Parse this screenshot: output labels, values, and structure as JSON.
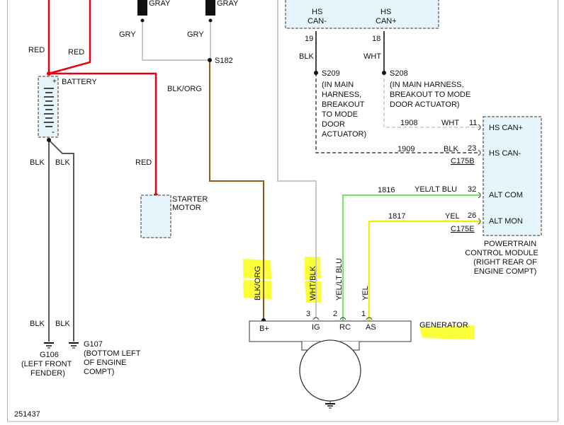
{
  "colors": {
    "red": "#e8000e",
    "gray": "#c8c8c8",
    "black": "#444444",
    "orange": "#8a5a1e",
    "green": "#7de06e",
    "yellow": "#f2ee00",
    "highlight": "#fbff3a",
    "module_fill": "#e6f4fb"
  },
  "top_fuses": {
    "left_label": "GRAY",
    "right_label": "GRAY"
  },
  "wires": {
    "red_left": "RED",
    "red_right": "RED",
    "red_starter": "RED",
    "gry_left": "GRY",
    "gry_right": "GRY",
    "blk_org": "BLK/ORG",
    "blk_ground_left": "BLK",
    "blk_ground_right": "BLK",
    "blk_lower_left": "BLK",
    "blk_lower_right": "BLK",
    "blk_can_minus": "BLK",
    "wht_can_plus": "WHT",
    "wht_pcm": "WHT",
    "blk_pcm": "BLK",
    "yel_lt_blu_pcm": "YEL/LT BLU",
    "yel_pcm": "YEL"
  },
  "circuits": {
    "c1908": "1908",
    "c1909": "1909",
    "c1816": "1816",
    "c1817": "1817"
  },
  "splice": "S182",
  "battery": {
    "label": "BATTERY"
  },
  "starter": {
    "line1": "STARTER",
    "line2": "MOTOR"
  },
  "top_module": {
    "hs_can_minus_1": "HS",
    "hs_can_minus_2": "CAN-",
    "pin_minus": "19",
    "hs_can_plus_1": "HS",
    "hs_can_plus_2": "CAN+",
    "pin_plus": "18"
  },
  "s209": {
    "label": "S209",
    "lines": [
      "(IN MAIN",
      "HARNESS,",
      "BREAKOUT",
      "TO MODE",
      "DOOR",
      "ACTUATOR)"
    ]
  },
  "s208": {
    "label": "S208",
    "lines": [
      "(IN MAIN HARNESS,",
      "BREAKOUT TO MODE",
      "DOOR ACTUATOR)"
    ]
  },
  "pcm": {
    "pins": [
      {
        "num": "11",
        "name": "HS CAN+"
      },
      {
        "num": "23",
        "name": "HS CAN-"
      },
      {
        "num": "32",
        "name": "ALT COM"
      },
      {
        "num": "26",
        "name": "ALT MON"
      }
    ],
    "connector_b": "C175B",
    "connector_e": "C175E",
    "caption": [
      "POWERTRAIN",
      "CONTROL MODULE",
      "(RIGHT REAR OF",
      "ENGINE COMPT)"
    ]
  },
  "generator": {
    "label": "GENERATOR",
    "terminals": [
      "B+",
      "IG",
      "RC",
      "AS"
    ],
    "pins": [
      "3",
      "2",
      "1"
    ],
    "vert_labels": {
      "blk_org": "BLK/ORG",
      "wht_blk": "WHT/BLK",
      "yel_lt_blu": "YEL/LT BLU",
      "yel": "YEL"
    }
  },
  "g106": {
    "label": "G106",
    "lines": [
      "(LEFT FRONT",
      "FENDER)"
    ]
  },
  "g107": {
    "label": "G107",
    "lines": [
      "(BOTTOM LEFT",
      "OF ENGINE",
      "COMPT)"
    ]
  },
  "diagram_id": "251437"
}
